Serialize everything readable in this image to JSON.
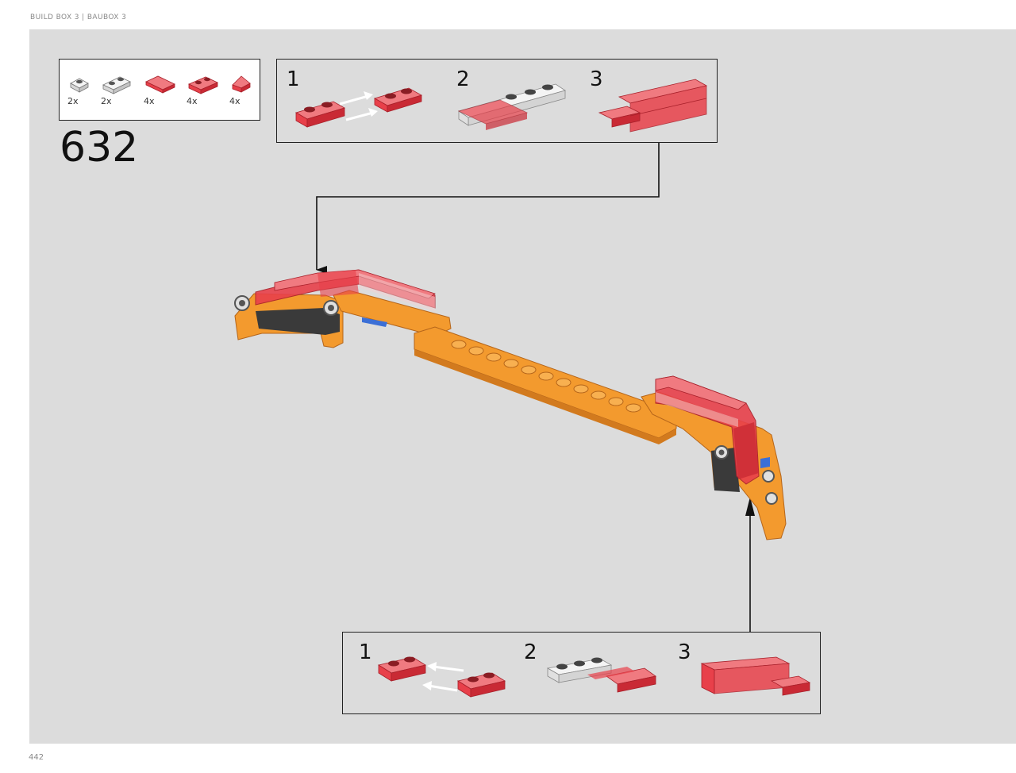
{
  "header": {
    "label": "BUILD BOX 3 | BAUBOX 3"
  },
  "page": {
    "number": "442"
  },
  "step": {
    "number": "632"
  },
  "parts_list": [
    {
      "qty": "2x",
      "icon": "white-plate-1x1-icon",
      "color": "#f2f2f2"
    },
    {
      "qty": "2x",
      "icon": "white-plate-1x2-icon",
      "color": "#f2f2f2"
    },
    {
      "qty": "4x",
      "icon": "red-tile-1x2-icon",
      "color": "#e8404a"
    },
    {
      "qty": "4x",
      "icon": "red-plate-1x2-icon",
      "color": "#e8404a"
    },
    {
      "qty": "4x",
      "icon": "red-slope-icon",
      "color": "#e8404a"
    }
  ],
  "sub_assembly_top": {
    "steps": [
      "1",
      "2",
      "3"
    ]
  },
  "sub_assembly_bottom": {
    "steps": [
      "1",
      "2",
      "3"
    ]
  },
  "colors": {
    "background_panel": "#dcdcdc",
    "trans_red": "#e8404a",
    "orange": "#f39a2e",
    "dark_gray": "#3a3a3a",
    "line": "#222222"
  }
}
